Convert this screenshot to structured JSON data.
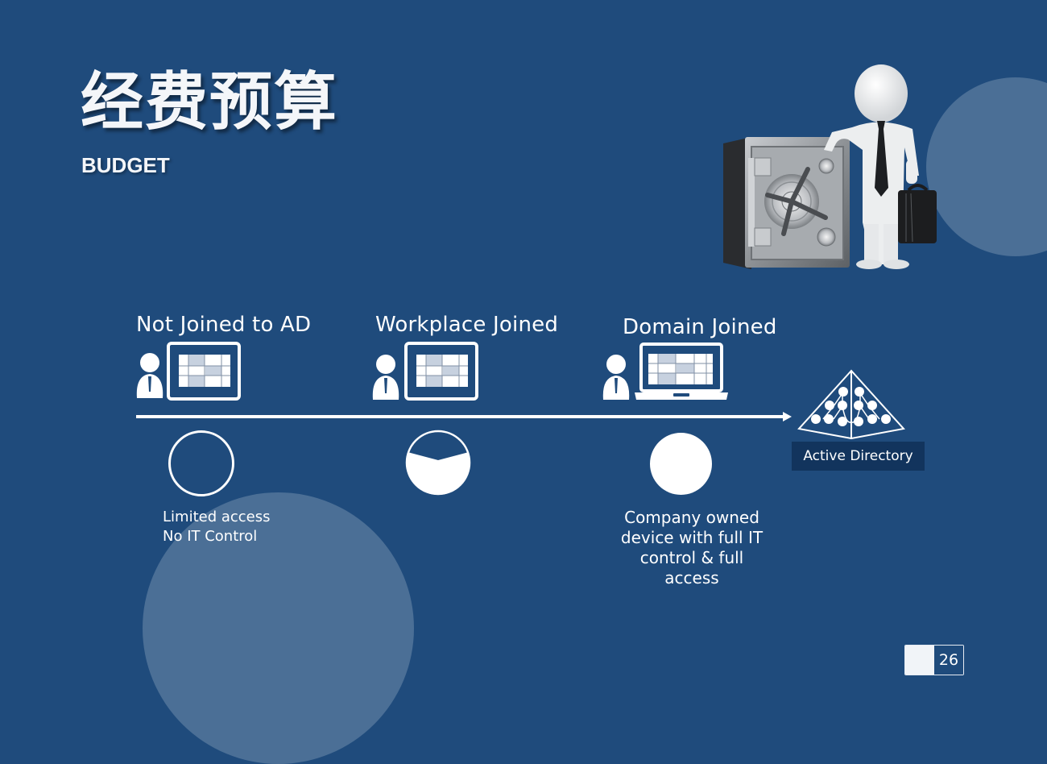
{
  "slide": {
    "title_cn": "经费预算",
    "title_en": "BUDGET",
    "page_number": "26",
    "colors": {
      "background": "#1f4b7c",
      "deco_circle": "#4b6f96",
      "label_box": "#12345d",
      "foreground": "#ffffff"
    }
  },
  "illustration": {
    "name": "3d-man-with-safe-and-briefcase",
    "elements": [
      "bank-safe",
      "white-3d-person",
      "necktie",
      "briefcase"
    ]
  },
  "stages": [
    {
      "label": "Not Joined to AD",
      "device_icon": "tablet-icon",
      "user_icon": "user-icon",
      "indicator": "empty-circle",
      "description_lines": [
        "Limited access",
        "No IT Control"
      ]
    },
    {
      "label": "Workplace Joined",
      "device_icon": "tablet-icon",
      "user_icon": "user-icon",
      "indicator": "partially-filled-circle",
      "description_lines": []
    },
    {
      "label": "Domain Joined",
      "device_icon": "laptop-icon",
      "user_icon": "user-icon",
      "indicator": "filled-circle",
      "description_lines": [
        "Company owned",
        "device with full IT",
        "control & full",
        "access"
      ]
    }
  ],
  "target": {
    "label": "Active Directory",
    "icon": "active-directory-pyramid-icon"
  }
}
